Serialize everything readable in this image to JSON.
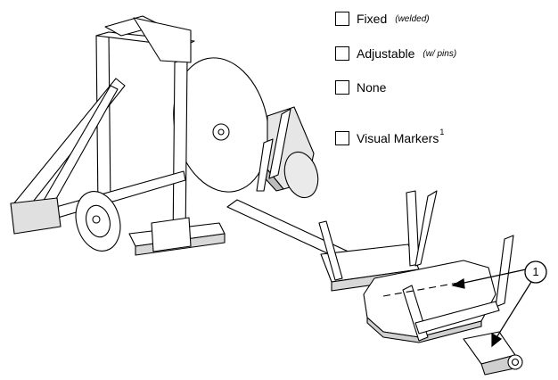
{
  "options": [
    {
      "label": "Fixed",
      "note": "(welded)",
      "checked": false
    },
    {
      "label": "Adjustable",
      "note": "(w/ pins)",
      "checked": false
    },
    {
      "label": "None",
      "checked": false
    },
    {
      "label": "Visual Markers",
      "superscript": "1",
      "checked": false
    }
  ],
  "callout": {
    "number": "1"
  }
}
